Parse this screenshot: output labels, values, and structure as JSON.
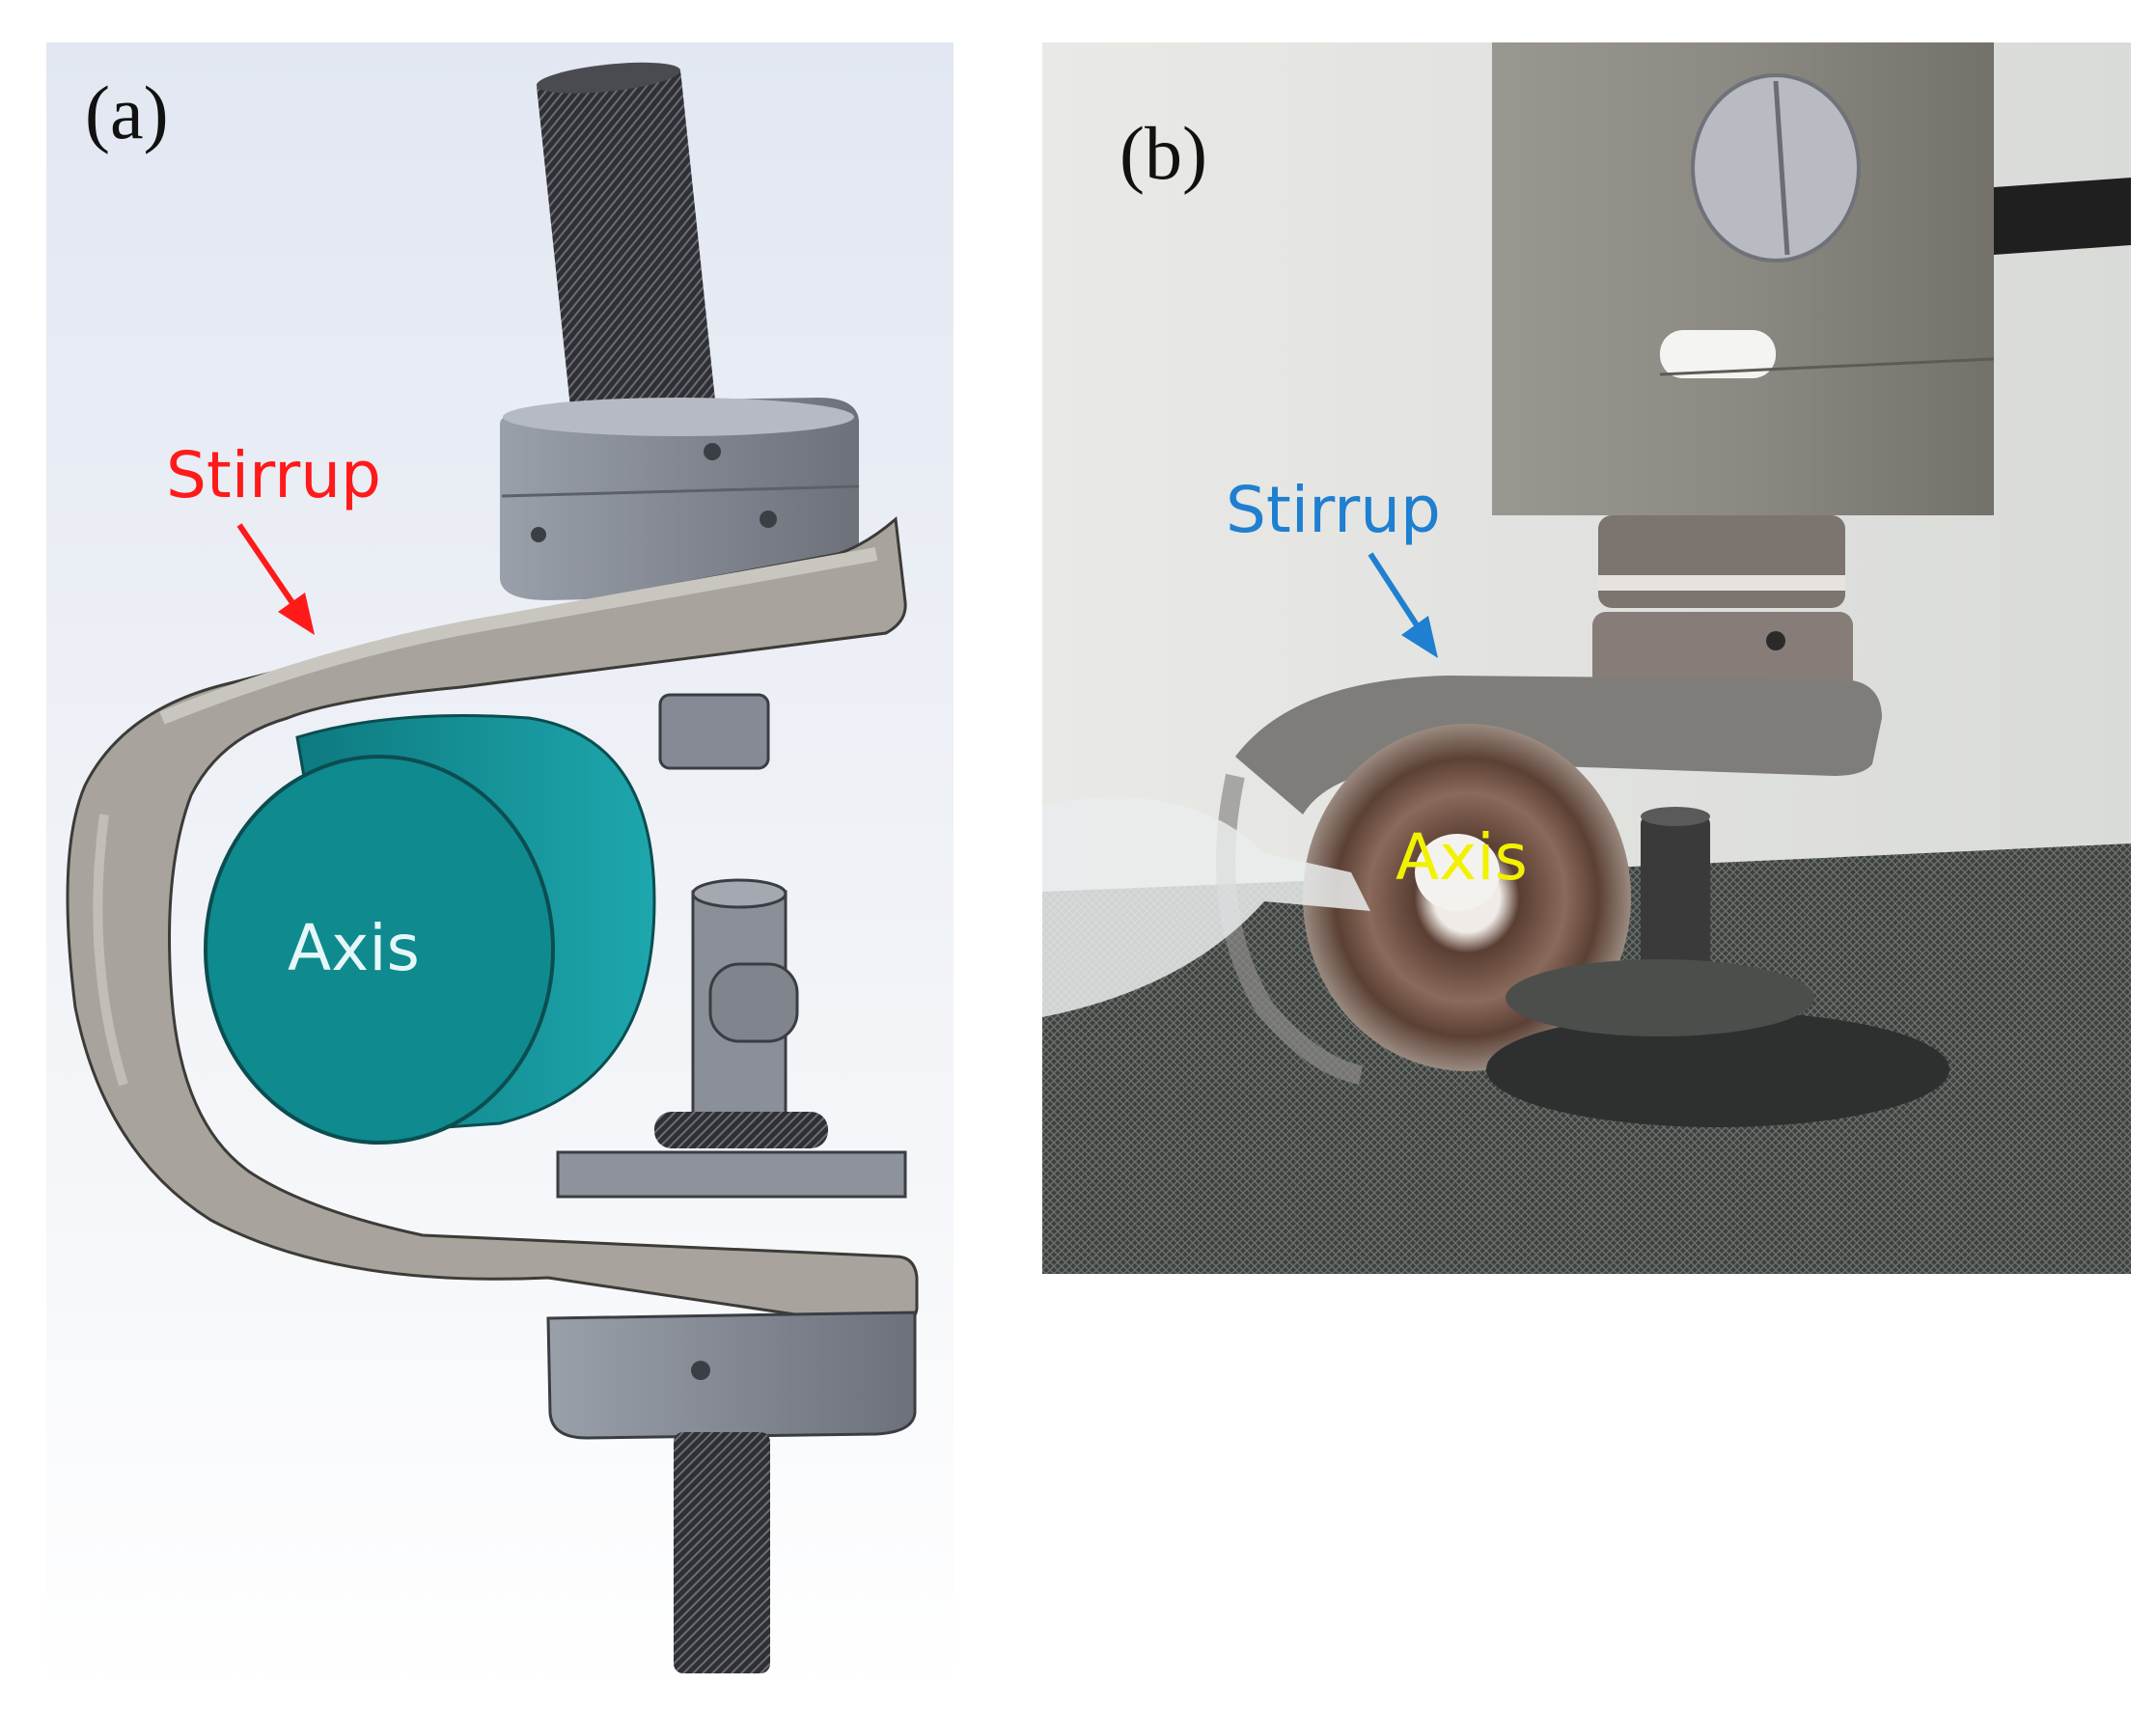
{
  "panel_a": {
    "letter": "(a)",
    "stirrup_label": "Stirrup",
    "axis_label": "Axis",
    "colors": {
      "stirrup_label": "#ff1a1a",
      "axis_label": "#e6f7f7",
      "arrow": "#ff1a1a",
      "stirrup_body": "#a6a29c",
      "axis_cylinder": "#0f8a8f",
      "grips": "#8f949e",
      "threaded_rod": "#3c3d42"
    }
  },
  "panel_b": {
    "letter": "(b)",
    "stirrup_label": "Stirrup",
    "axis_label": "Axis",
    "colors": {
      "stirrup_label": "#1f7fd0",
      "axis_label": "#f2f200",
      "arrow": "#1f7fd0",
      "background": "#e8e8e4",
      "load_cell": "#8d8a84",
      "mesh_table": "#3e423f",
      "bearing": "#7a5a4a"
    }
  }
}
